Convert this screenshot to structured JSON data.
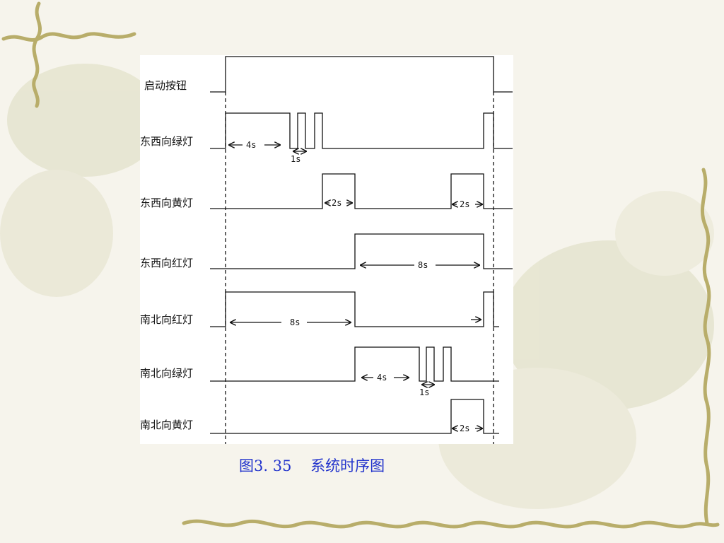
{
  "signals": [
    {
      "label": "启动按钮"
    },
    {
      "label": "东西向绿灯"
    },
    {
      "label": "东西向黄灯"
    },
    {
      "label": "东西向红灯"
    },
    {
      "label": "南北向红灯"
    },
    {
      "label": "南北向绿灯"
    },
    {
      "label": "南北向黄灯"
    }
  ],
  "durations": {
    "ew_green_on": "4s",
    "ew_green_blink": "1s",
    "ew_yellow_1": "2s",
    "ew_yellow_2": "2s",
    "ew_red": "8s",
    "ns_red": "8s",
    "ns_green_on": "4s",
    "ns_green_blink": "1s",
    "ns_yellow": "2s"
  },
  "caption": {
    "figure_no": "图3. 35",
    "title": "系统时序图"
  },
  "colors": {
    "line": "#111111",
    "caption": "#2233cc",
    "background": "#f6f4ec"
  }
}
